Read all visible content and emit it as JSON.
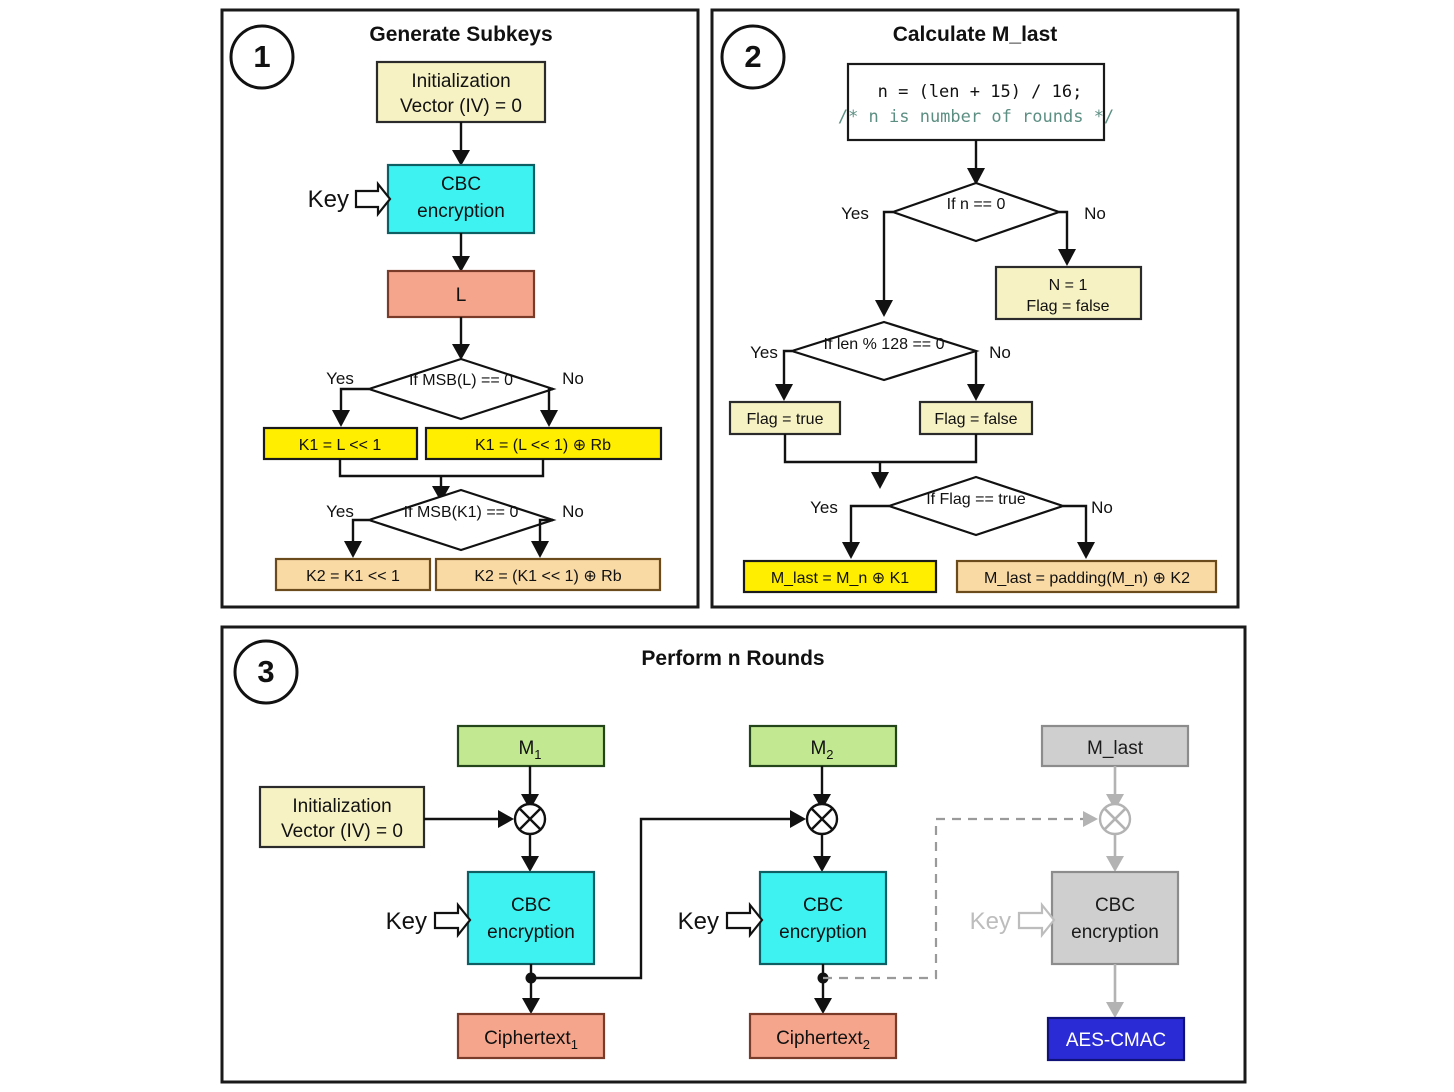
{
  "figure": {
    "title": "AES-CMAC algorithm flowchart",
    "background": "#ffffff"
  },
  "colors": {
    "pale_yellow": "#f7f2c4",
    "cyan": "#3ff2f2",
    "salmon": "#f4a58c",
    "bright_yellow": "#ffee00",
    "light_orange": "#f9d9a4",
    "green": "#c2e892",
    "grey": "#cfcfcf",
    "blue": "#2b2bd6",
    "comment_green": "#5c8f82",
    "line": "#111111",
    "disabled_line": "#b3b3b3"
  },
  "panels": [
    {
      "step": "1",
      "title": "Generate Subkeys",
      "nodes": {
        "iv": {
          "line1": "Initialization",
          "line2": "Vector (IV) = 0"
        },
        "cbc": {
          "line1": "CBC",
          "line2": "encryption"
        },
        "key_label": "Key",
        "l": "L",
        "decision1": "If MSB(L) == 0",
        "decision1_yes": "Yes",
        "decision1_no": "No",
        "k1_yes": "K1 = L << 1",
        "k1_no": "K1 = (L << 1) ⊕ Rb",
        "decision2": "If MSB(K1) == 0",
        "decision2_yes": "Yes",
        "decision2_no": "No",
        "k2_yes": "K2 = K1 << 1",
        "k2_no": "K2 = (K1 << 1) ⊕ Rb"
      }
    },
    {
      "step": "2",
      "title": "Calculate M_last",
      "nodes": {
        "code_line1": "n = (len + 15) / 16;",
        "code_line2": "/* n is number of rounds */",
        "decision_n": "If n == 0",
        "decision_n_yes": "Yes",
        "decision_n_no": "No",
        "n_one": {
          "line1": "N = 1",
          "line2": "Flag = false"
        },
        "decision_len": "If len % 128 == 0",
        "decision_len_yes": "Yes",
        "decision_len_no": "No",
        "flag_true": "Flag = true",
        "flag_false": "Flag = false",
        "decision_flag": "If Flag == true",
        "decision_flag_yes": "Yes",
        "decision_flag_no": "No",
        "mlast_yes": "M_last = M_n ⊕ K1",
        "mlast_no": "M_last = padding(M_n) ⊕ K2"
      }
    },
    {
      "step": "3",
      "title": "Perform n Rounds",
      "nodes": {
        "m1": "M",
        "m1_sub": "1",
        "m2": "M",
        "m2_sub": "2",
        "m_last": "M_last",
        "iv": {
          "line1": "Initialization",
          "line2": "Vector (IV) = 0"
        },
        "key_label": "Key",
        "cbc": {
          "line1": "CBC",
          "line2": "encryption"
        },
        "ciphertext1": "Ciphertext",
        "ciphertext1_sub": "1",
        "ciphertext2": "Ciphertext",
        "ciphertext2_sub": "2",
        "result": "AES-CMAC",
        "xor_symbol": "⊕"
      }
    }
  ]
}
